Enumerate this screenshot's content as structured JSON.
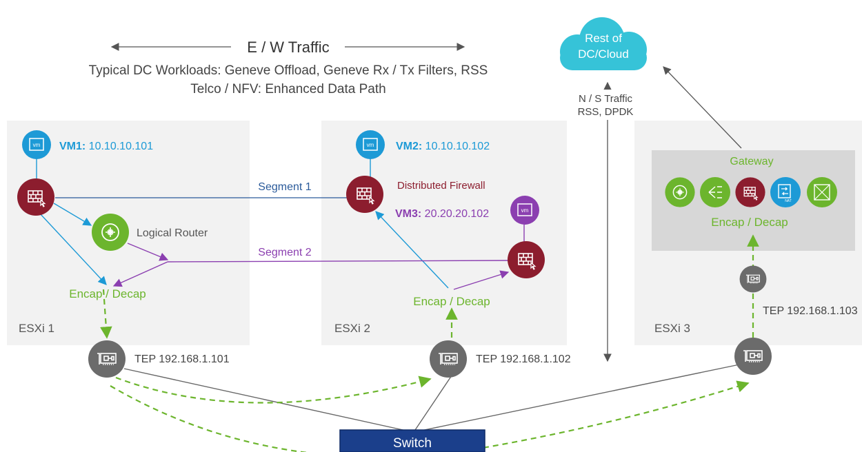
{
  "header": {
    "title": "E / W Traffic",
    "line1": "Typical DC Workloads: Geneve Offload, Geneve Rx / Tx Filters, RSS",
    "line2": "Telco / NFV: Enhanced Data Path"
  },
  "cloud": {
    "line1": "Rest of",
    "line2": "DC/Cloud"
  },
  "ns_traffic": {
    "line1": "N / S Traffic",
    "line2": "RSS, DPDK"
  },
  "hosts": {
    "esxi1": {
      "label": "ESXi 1",
      "vm1_prefix": "VM1:",
      "vm1_ip": " 10.10.10.101",
      "logical_router": "Logical Router",
      "encap": "Encap / Decap",
      "tep": "TEP 192.168.1.101"
    },
    "esxi2": {
      "label": "ESXi 2",
      "vm2_prefix": "VM2:",
      "vm2_ip": " 10.10.10.102",
      "vm3_prefix": "VM3:",
      "vm3_ip": " 20.20.20.102",
      "firewall": "Distributed Firewall",
      "encap": "Encap / Decap",
      "tep": "TEP 192.168.1.102"
    },
    "esxi3": {
      "label": "ESXi 3",
      "gateway": "Gateway",
      "encap": "Encap / Decap",
      "tep": "TEP 192.168.1.103"
    }
  },
  "segments": {
    "segment1": "Segment 1",
    "segment2": "Segment 2"
  },
  "icons": {
    "vm": "vm",
    "nat": "NAT"
  },
  "switch": {
    "label": "Switch"
  },
  "colors": {
    "blue": "#1d9ad6",
    "purple": "#8b3fb0",
    "maroon": "#8c1d2e",
    "green": "#6cb52d",
    "nic": "#6b6b6b",
    "panel": "#f2f2f2",
    "gateway_panel": "#d7d7d7",
    "switch": "#1b3f8b",
    "cloud": "#36c3d8",
    "segment_text": "#2a5a9a"
  }
}
